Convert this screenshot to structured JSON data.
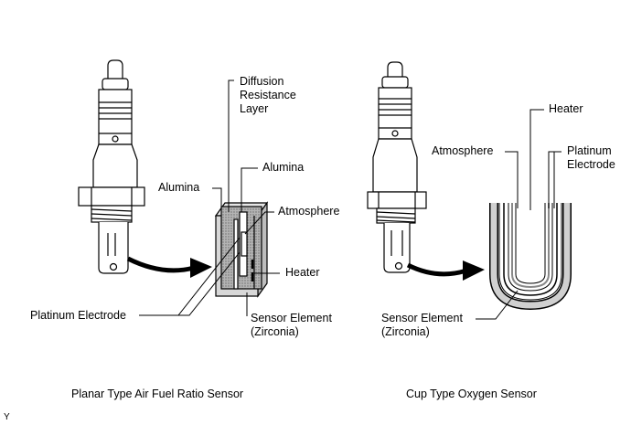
{
  "planar": {
    "labels": {
      "diffusion": "Diffusion\nResistance\nLayer",
      "alumina_left": "Alumina",
      "alumina_right": "Alumina",
      "atmosphere": "Atmosphere",
      "heater": "Heater",
      "platinum_electrode": "Platinum Electrode",
      "sensor_element": "Sensor Element\n(Zirconia)"
    },
    "caption": "Planar Type Air Fuel Ratio Sensor"
  },
  "cup": {
    "labels": {
      "heater": "Heater",
      "atmosphere": "Atmosphere",
      "platinum_electrode": "Platinum\nElectrode",
      "sensor_element": "Sensor Element\n(Zirconia)"
    },
    "caption": "Cup Type Oxygen Sensor"
  },
  "corner_mark": "Y"
}
